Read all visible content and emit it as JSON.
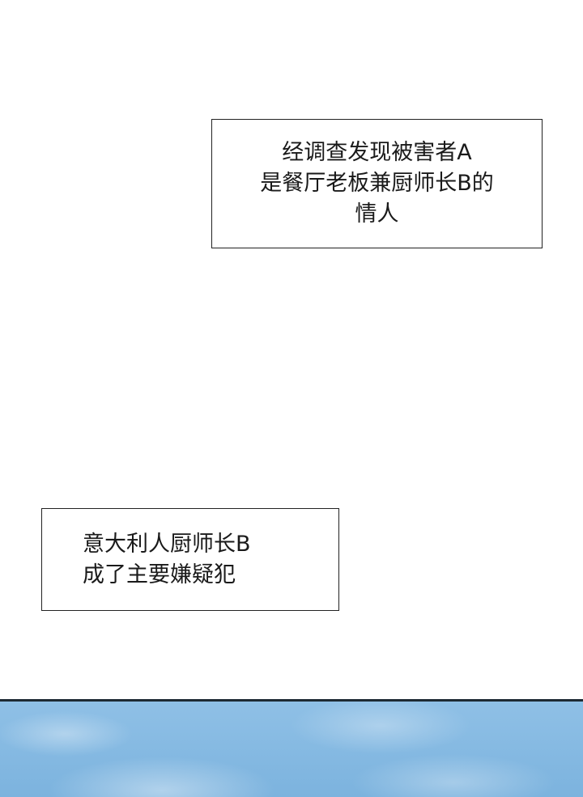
{
  "captions": [
    {
      "lines": [
        "经调查发现被害者A",
        "是餐厅老板兼厨师长B的",
        "情人"
      ]
    },
    {
      "lines": [
        "意大利人厨师长B",
        "成了主要嫌疑犯"
      ]
    }
  ],
  "colors": {
    "sky": "#8fc0e6",
    "border": "#222222"
  }
}
